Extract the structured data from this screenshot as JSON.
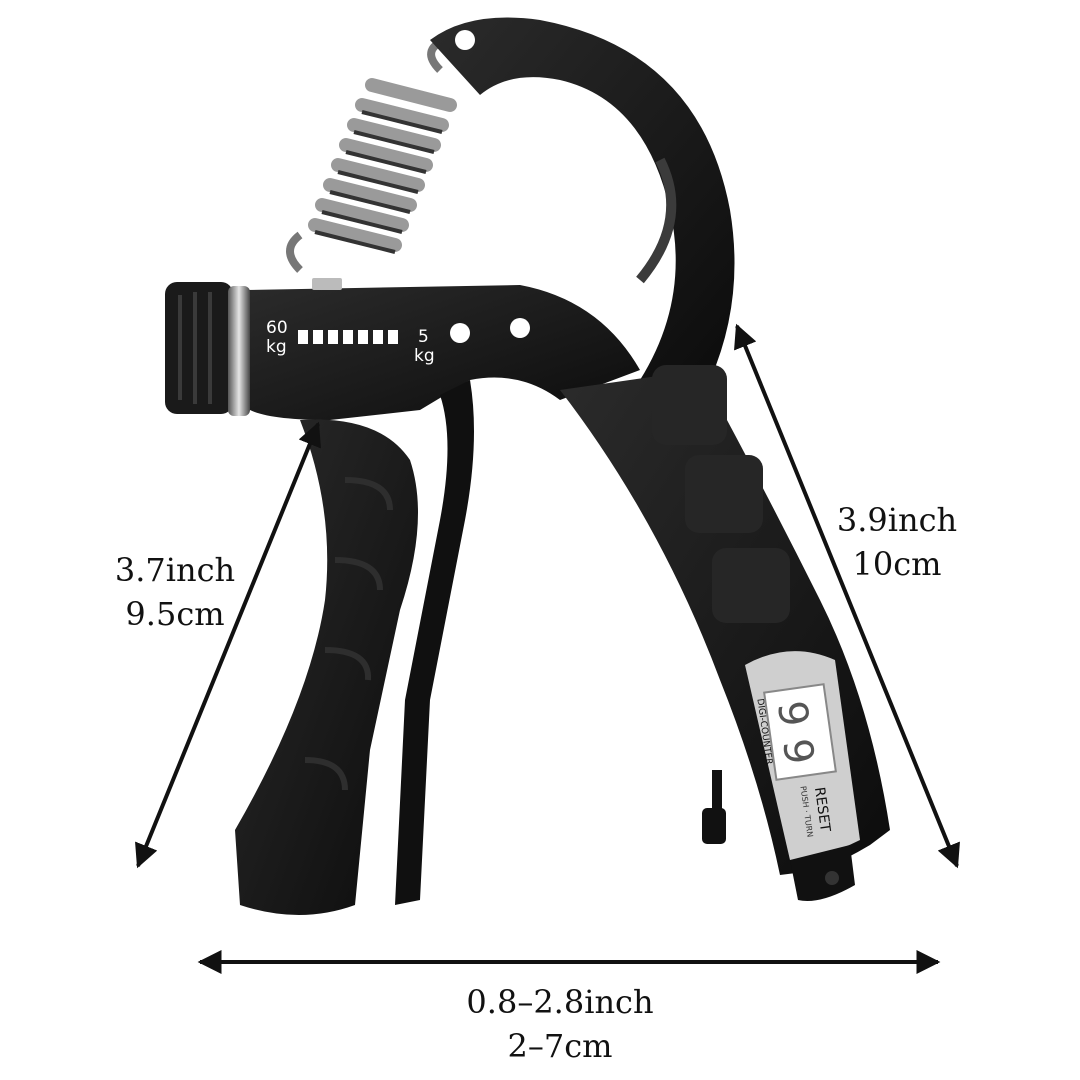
{
  "product": {
    "dial_scale": {
      "max_value": "60",
      "max_unit": "kg",
      "min_value": "5",
      "min_unit": "kg"
    },
    "counter": {
      "digits": "9 9",
      "side_label": "DIGI-COUNTER",
      "reset_label": "RESET",
      "reset_hint": "PUSH · TURN"
    }
  },
  "dimensions": {
    "left": {
      "inch": "3.7inch",
      "cm": "9.5cm"
    },
    "right": {
      "inch": "3.9inch",
      "cm": "10cm"
    },
    "bottom": {
      "inch": "0.8–2.8inch",
      "cm": "2–7cm"
    }
  },
  "colors": {
    "body": "#151515",
    "highlight": "#3a3a3a",
    "spring": "#8c8c8c",
    "counter_panel": "#d9d9d9",
    "text": "#111111"
  }
}
